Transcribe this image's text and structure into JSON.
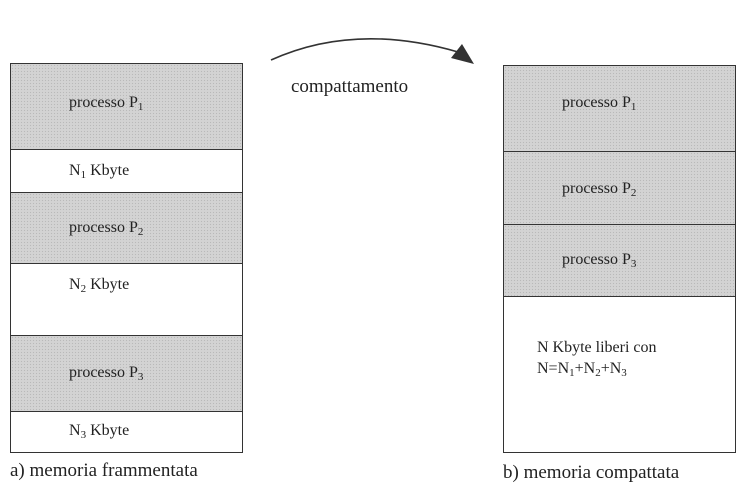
{
  "arrow_label": "compattamento",
  "left": {
    "caption": "a) memoria frammentata",
    "blocks": [
      {
        "kind": "process",
        "text": "processo P",
        "sub": "1"
      },
      {
        "kind": "free",
        "text": "N",
        "sub": "1",
        "tail": " Kbyte"
      },
      {
        "kind": "process",
        "text": "processo P",
        "sub": "2"
      },
      {
        "kind": "free",
        "text": "N",
        "sub": "2",
        "tail": " Kbyte"
      },
      {
        "kind": "process",
        "text": "processo P",
        "sub": "3"
      },
      {
        "kind": "free",
        "text": "N",
        "sub": "3",
        "tail": " Kbyte"
      }
    ]
  },
  "right": {
    "caption": "b) memoria compattata",
    "blocks": [
      {
        "kind": "process",
        "text": "processo P",
        "sub": "1"
      },
      {
        "kind": "process",
        "text": "processo P",
        "sub": "2"
      },
      {
        "kind": "process",
        "text": "processo P",
        "sub": "3"
      }
    ],
    "free_line1": "N Kbyte liberi con",
    "free_formula": {
      "a": "N=N",
      "s1": "1",
      "b": "+N",
      "s2": "2",
      "c": "+N",
      "s3": "3"
    }
  }
}
